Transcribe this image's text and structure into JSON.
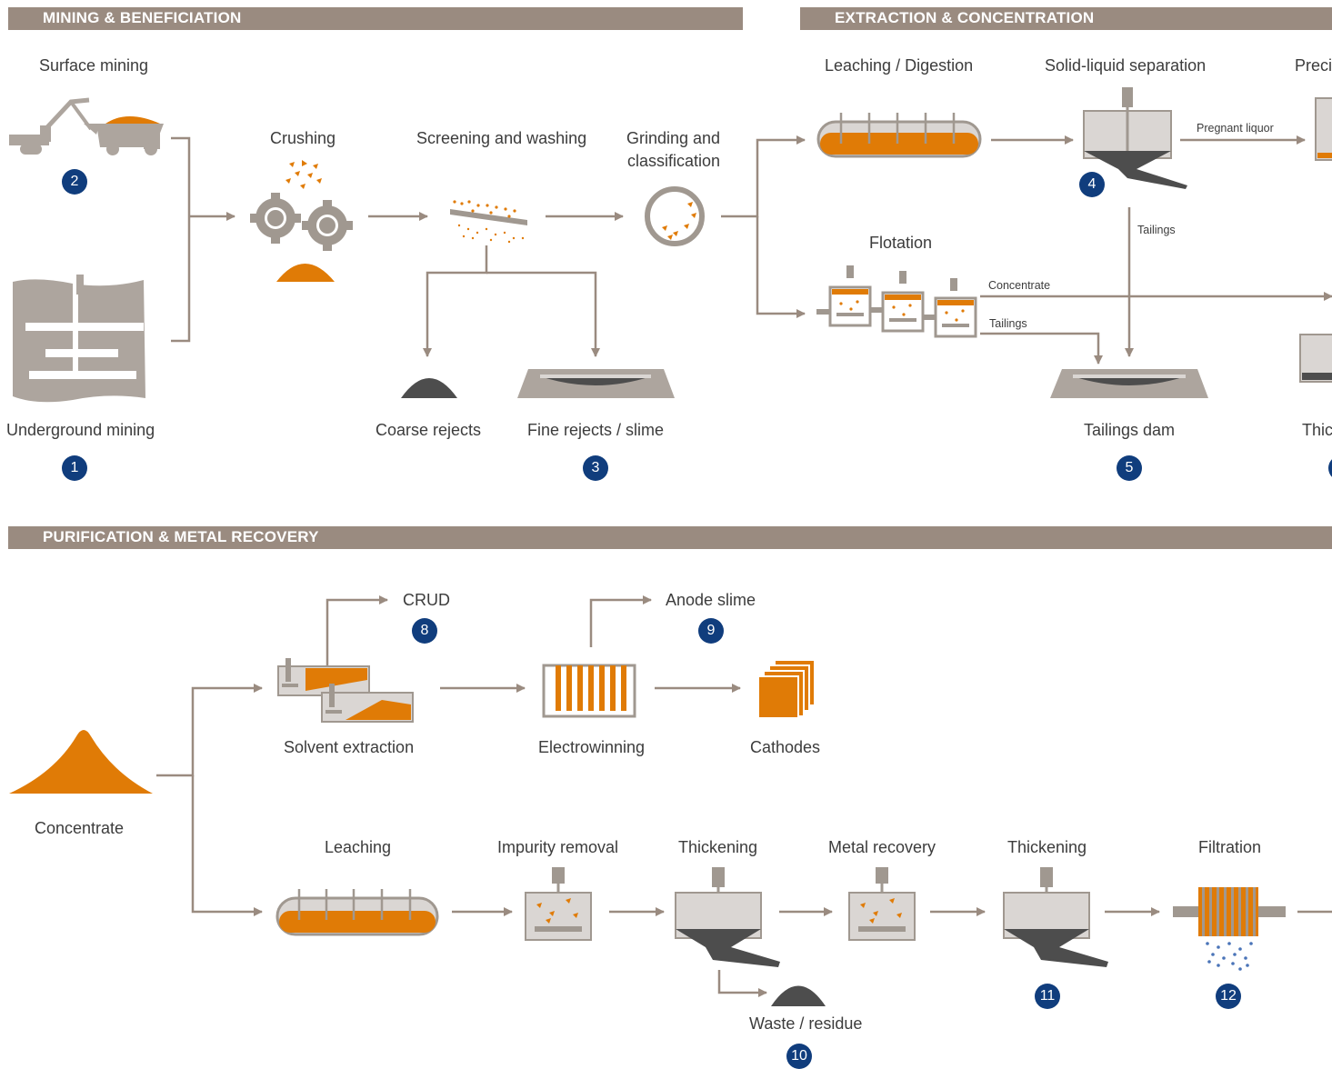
{
  "sections": {
    "mining": "MINING & BENEFICIATION",
    "extraction": "EXTRACTION & CONCENTRATION",
    "purification": "PURIFICATION & METAL RECOVERY"
  },
  "steps": {
    "surface_mining": "Surface mining",
    "underground_mining": "Underground mining",
    "crushing": "Crushing",
    "screening": "Screening and washing",
    "grinding_1": "Grinding and",
    "grinding_2": "classification",
    "coarse_rejects": "Coarse rejects",
    "fine_rejects": "Fine rejects / slime",
    "leaching_digestion": "Leaching / Digestion",
    "solid_liquid": "Solid-liquid separation",
    "precip_partial": "Preci",
    "flotation": "Flotation",
    "tailings_dam": "Tailings dam",
    "thick_partial": "Thic",
    "concentrate": "Concentrate",
    "solvent_extraction": "Solvent extraction",
    "crud": "CRUD",
    "electrowinning": "Electrowinning",
    "anode_slime": "Anode slime",
    "cathodes": "Cathodes",
    "leaching": "Leaching",
    "impurity_removal": "Impurity removal",
    "thickening_1": "Thickening",
    "metal_recovery": "Metal recovery",
    "thickening_2": "Thickening",
    "filtration": "Filtration",
    "waste_residue": "Waste / residue"
  },
  "flow_labels": {
    "pregnant_liquor": "Pregnant liquor",
    "tailings_vertical": "Tailings",
    "concentrate_line": "Concentrate",
    "tailings_line": "Tailings"
  },
  "badges": {
    "b1": "1",
    "b2": "2",
    "b3": "3",
    "b4": "4",
    "b5": "5",
    "b6": "",
    "b8": "8",
    "b9": "9",
    "b10": "10",
    "b11": "11",
    "b12": "12"
  },
  "colors": {
    "section_bar": "#9a8b80",
    "equipment_gray": "#ada59e",
    "orange": "#e07b06",
    "dark": "#4d4d4d",
    "badge": "#103d7d",
    "particles_blue": "#4a74b8"
  }
}
